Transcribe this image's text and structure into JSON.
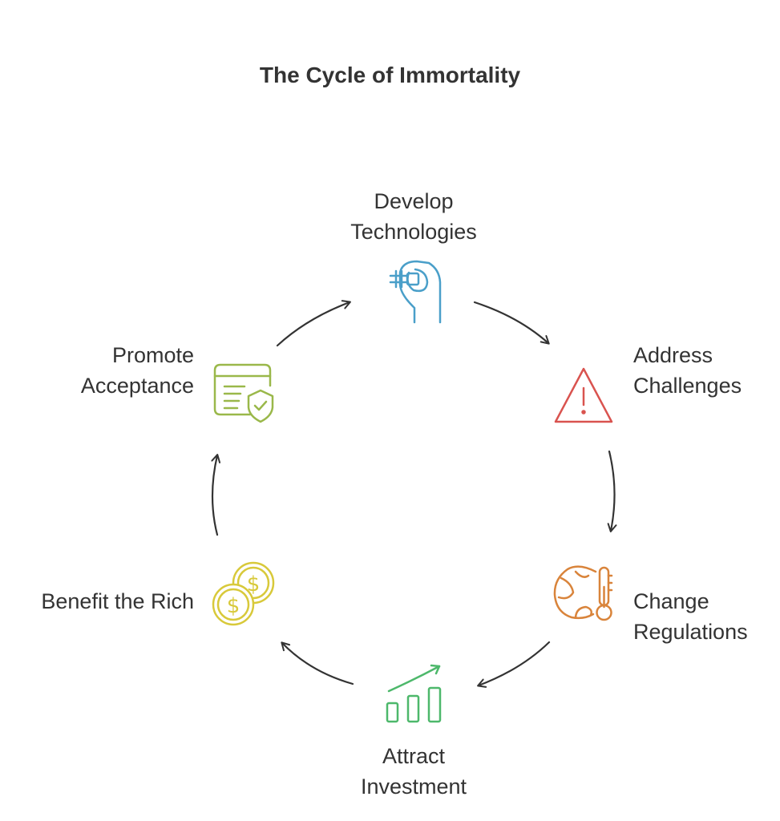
{
  "title": "The Cycle of Immortality",
  "steps": [
    {
      "line1": "Develop",
      "line2": "Technologies",
      "icon": "hand-chip-icon",
      "color": "#4a9fc9"
    },
    {
      "line1": "Address",
      "line2": "Challenges",
      "icon": "warning-triangle-icon",
      "color": "#d9534f"
    },
    {
      "line1": "Change",
      "line2": "Regulations",
      "icon": "globe-thermometer-icon",
      "color": "#d9843b"
    },
    {
      "line1": "Attract",
      "line2": "Investment",
      "icon": "bar-chart-growth-icon",
      "color": "#4db86b"
    },
    {
      "line1": "Benefit the Rich",
      "line2": "",
      "icon": "coins-dollar-icon",
      "color": "#d8c93a"
    },
    {
      "line1": "Promote",
      "line2": "Acceptance",
      "icon": "document-shield-icon",
      "color": "#9ab84a"
    }
  ],
  "arrow_color": "#333333"
}
